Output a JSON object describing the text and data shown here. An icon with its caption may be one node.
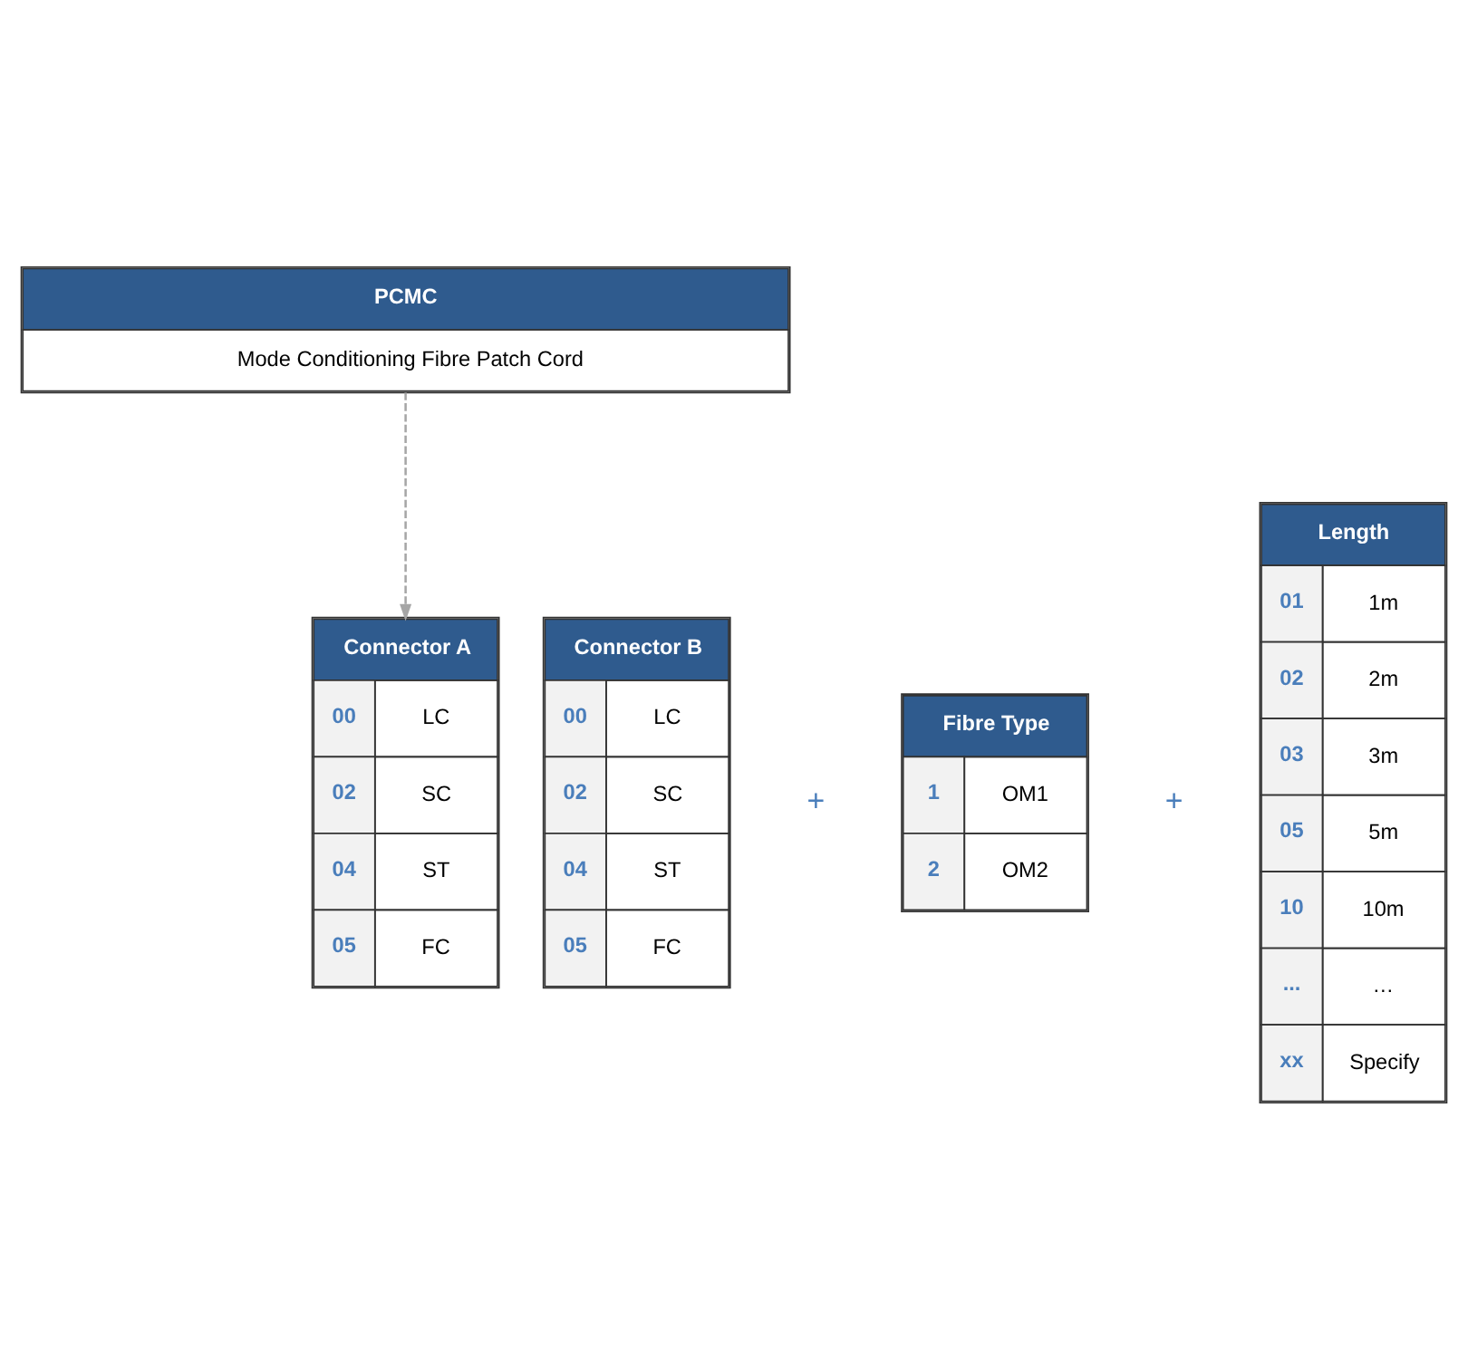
{
  "diagram": {
    "nodes": [
      {
        "text": [
          "PCMC",
          "Mode Conditioning Fibre Patch Cord"
        ]
      },
      {
        "text": [
          "Connector A",
          "00",
          "LC",
          "02",
          "SC",
          "04",
          "ST",
          "05",
          "FC"
        ]
      },
      {
        "text": [
          "Connector B",
          "00",
          "LC",
          "02",
          "SC",
          "04",
          "ST",
          "05",
          "FC"
        ]
      },
      {
        "text": [
          "Fibre Type",
          "1",
          "OM1",
          "2",
          "OM2"
        ]
      },
      {
        "text": [
          "Length",
          "01",
          "1m",
          "02",
          "2m",
          "03",
          "3m",
          "05",
          "5m",
          "10",
          "10m",
          "...",
          "…",
          "xx",
          "Specify"
        ]
      }
    ],
    "edges": [
      {
        "from": 0,
        "to": 1,
        "arrow": "to",
        "style": "dashed",
        "color": "#a6a6a6"
      }
    ],
    "labels": [
      "+",
      "+"
    ]
  }
}
